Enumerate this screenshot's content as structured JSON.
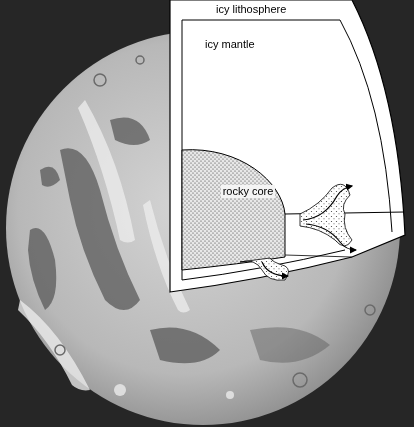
{
  "diagram": {
    "labels": [
      "icy lithosphere",
      "icy mantle",
      "rocky core"
    ]
  }
}
